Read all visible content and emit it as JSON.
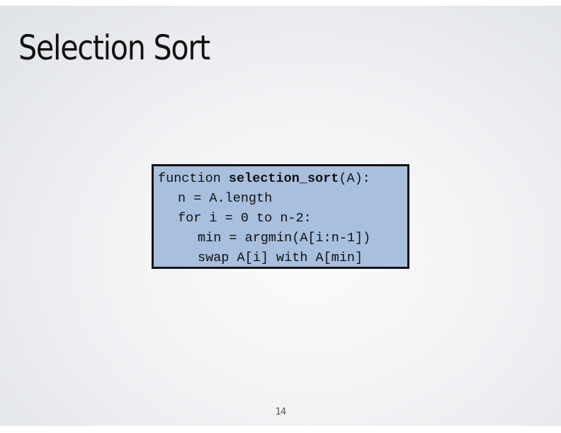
{
  "slide": {
    "title": "Selection Sort",
    "page_number": "14"
  },
  "code": {
    "line1": {
      "keyword": "function ",
      "name": "selection_sort",
      "args": "(A):"
    },
    "line2": "n = A.length",
    "line3": "for i = 0 to n-2:",
    "line4": "min = argmin(A[i:n-1])",
    "line5": "swap A[i] with A[min]"
  },
  "colors": {
    "code_background": "#a8bfde",
    "code_border": "#111111",
    "slide_background": "#eef0f3"
  }
}
